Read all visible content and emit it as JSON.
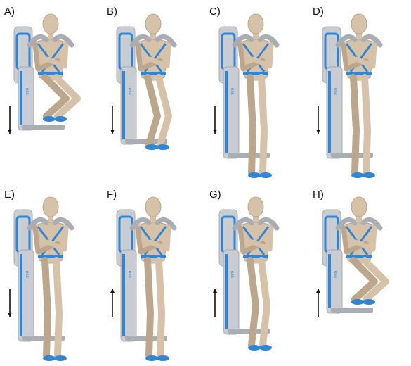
{
  "figure": {
    "panels": [
      {
        "label": "A)",
        "pose": "seated",
        "arrow": "down"
      },
      {
        "label": "B)",
        "pose": "rising",
        "arrow": "down"
      },
      {
        "label": "C)",
        "pose": "standing",
        "arrow": "down"
      },
      {
        "label": "D)",
        "pose": "standing",
        "arrow": "down"
      },
      {
        "label": "E)",
        "pose": "standing",
        "arrow": "down"
      },
      {
        "label": "F)",
        "pose": "standing",
        "arrow": "up"
      },
      {
        "label": "G)",
        "pose": "lowering",
        "arrow": "up"
      },
      {
        "label": "H)",
        "pose": "seated",
        "arrow": "up"
      }
    ],
    "frame_logo_text": "esa",
    "colors": {
      "frame": "#c9ccd1",
      "frame_dark": "#a9adb4",
      "harness": "#2f86d6",
      "skin": "#d6c2a8",
      "skin_shade": "#bda78c",
      "arrow": "#111111"
    }
  }
}
